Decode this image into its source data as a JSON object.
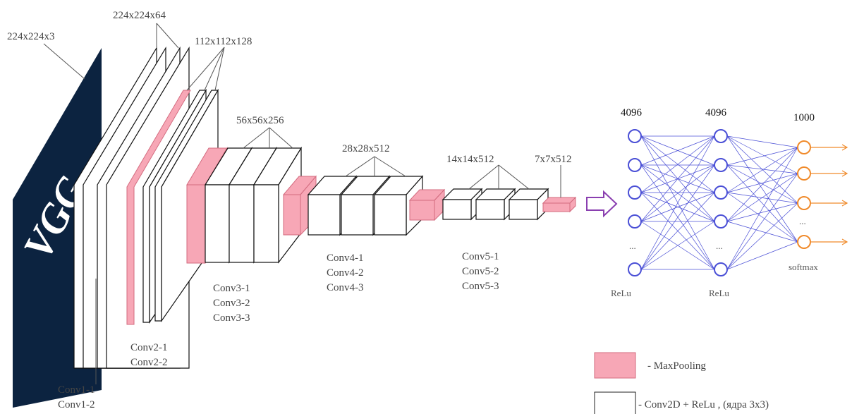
{
  "dims": {
    "input": "224x224x3",
    "conv1": "224x224x64",
    "conv2": "112x112x128",
    "conv3": "56x56x256",
    "conv4": "28x28x512",
    "conv5": "14x14x512",
    "pool5": "7x7x512"
  },
  "groups": {
    "conv1": [
      "Conv1-1",
      "Conv1-2"
    ],
    "conv2": [
      "Conv2-1",
      "Conv2-2"
    ],
    "conv3": [
      "Conv3-1",
      "Conv3-2",
      "Conv3-3"
    ],
    "conv4": [
      "Conv4-1",
      "Conv4-2",
      "Conv4-3"
    ],
    "conv5": [
      "Conv5-1",
      "Conv5-2",
      "Conv5-3"
    ]
  },
  "fc": {
    "fc1_units": "4096",
    "fc2_units": "4096",
    "out_units": "1000",
    "fc1_act": "ReLu",
    "fc2_act": "ReLu",
    "out_act": "softmax",
    "ellipsis": "..."
  },
  "logo": {
    "text": "VGG",
    "subtitle": "CONVOLUTIONAL NEURAL NETWORK"
  },
  "legend": {
    "maxpool": "- MaxPooling",
    "conv": "- Conv2D + ReLu , (ядра 3x3)"
  },
  "colors": {
    "pool_fill": "#f7a7b6",
    "navy": "#0c2340",
    "neuron_blue": "#4a4fd6",
    "neuron_orange": "#f08a2a",
    "arrow_purple": "#8a3fb0"
  }
}
